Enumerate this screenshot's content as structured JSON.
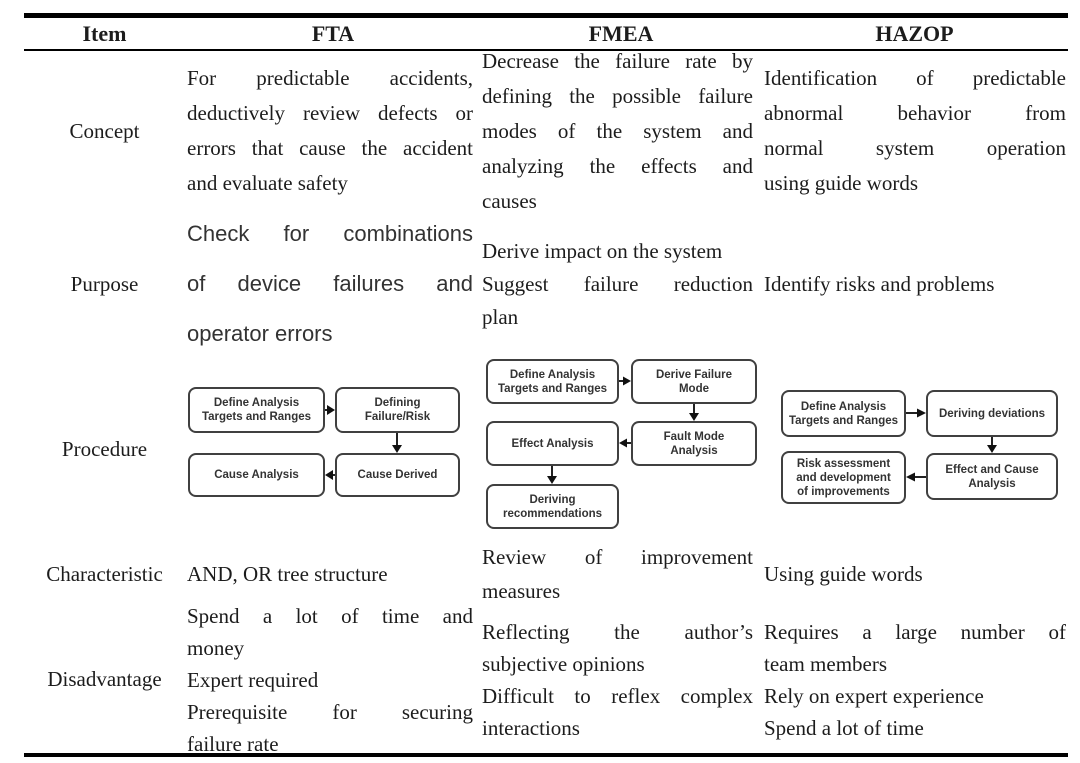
{
  "table": {
    "headers": [
      "Item",
      "FTA",
      "FMEA",
      "HAZOP"
    ],
    "rows": {
      "concept": {
        "label": "Concept",
        "fta": {
          "lines": [
            {
              "t": "For predictable accidents,",
              "j": true
            },
            {
              "t": "deductively review defects or",
              "j": true
            },
            {
              "t": "errors that cause the accident",
              "j": true
            },
            {
              "t": "and evaluate safety",
              "j": false
            }
          ]
        },
        "fmea": {
          "lines": [
            {
              "t": "Decrease the failure rate by",
              "j": true
            },
            {
              "t": "defining the possible failure",
              "j": true
            },
            {
              "t": "modes of the system and",
              "j": true
            },
            {
              "t": "analyzing the effects and",
              "j": true
            },
            {
              "t": "causes",
              "j": false
            }
          ]
        },
        "hazop": {
          "lines": [
            {
              "t": "Identification of predictable",
              "j": true
            },
            {
              "t": "abnormal behavior from",
              "j": true
            },
            {
              "t": "normal system operation",
              "j": true
            },
            {
              "t": "using guide words",
              "j": false
            }
          ]
        }
      },
      "purpose": {
        "label": "Purpose",
        "fta": {
          "lines": [
            {
              "t": "Check for combinations",
              "j": true
            },
            {
              "t": "of device failures and",
              "j": true
            },
            {
              "t": "operator errors",
              "j": false
            }
          ]
        },
        "fmea": {
          "lines": [
            {
              "t": "Derive impact on the system",
              "j": false
            },
            {
              "t": "Suggest failure reduction",
              "j": true
            },
            {
              "t": "plan",
              "j": false
            }
          ]
        },
        "hazop": {
          "lines": [
            {
              "t": "Identify risks and problems",
              "j": false
            }
          ]
        }
      },
      "procedure": {
        "label": "Procedure",
        "fta": {
          "boxes": [
            "Define Analysis\nTargets and Ranges",
            "Defining\nFailure/Risk",
            "Cause Analysis",
            "Cause Derived"
          ]
        },
        "fmea": {
          "boxes": [
            "Define Analysis\nTargets and Ranges",
            "Derive Failure\nMode",
            "Fault Mode\nAnalysis",
            "Effect Analysis",
            "Deriving\nrecommendations"
          ]
        },
        "hazop": {
          "boxes": [
            "Define Analysis\nTargets and Ranges",
            "Deriving deviations",
            "Effect and Cause\nAnalysis",
            "Risk assessment\nand development\nof improvements"
          ]
        }
      },
      "characteristic": {
        "label": "Characteristic",
        "fta": {
          "lines": [
            {
              "t": "AND, OR tree structure",
              "j": false
            }
          ]
        },
        "fmea": {
          "lines": [
            {
              "t": "Review of improvement",
              "j": true
            },
            {
              "t": "measures",
              "j": false
            }
          ]
        },
        "hazop": {
          "lines": [
            {
              "t": "Using guide words",
              "j": false
            }
          ]
        }
      },
      "disadvantage": {
        "label": "Disadvantage",
        "fta": {
          "lines": [
            {
              "t": "Spend a lot of time and",
              "j": true
            },
            {
              "t": "money",
              "j": false
            },
            {
              "t": "Expert required",
              "j": false
            },
            {
              "t": "Prerequisite for securing",
              "j": true
            },
            {
              "t": "failure rate",
              "j": false
            }
          ]
        },
        "fmea": {
          "lines": [
            {
              "t": "Reflecting the author’s",
              "j": true
            },
            {
              "t": "subjective opinions",
              "j": false
            },
            {
              "t": "Difficult to reflex complex",
              "j": true
            },
            {
              "t": "interactions",
              "j": false
            }
          ]
        },
        "hazop": {
          "lines": [
            {
              "t": "Requires a large number of",
              "j": true
            },
            {
              "t": "team members",
              "j": false
            },
            {
              "t": "Rely on expert experience",
              "j": false
            },
            {
              "t": "Spend a lot of time",
              "j": false
            }
          ]
        }
      }
    }
  },
  "colors": {
    "text": "#1c1c1c",
    "rule": "#000000",
    "flow_box_border": "#404040",
    "flow_box_text": "#333333",
    "background": "#ffffff"
  }
}
